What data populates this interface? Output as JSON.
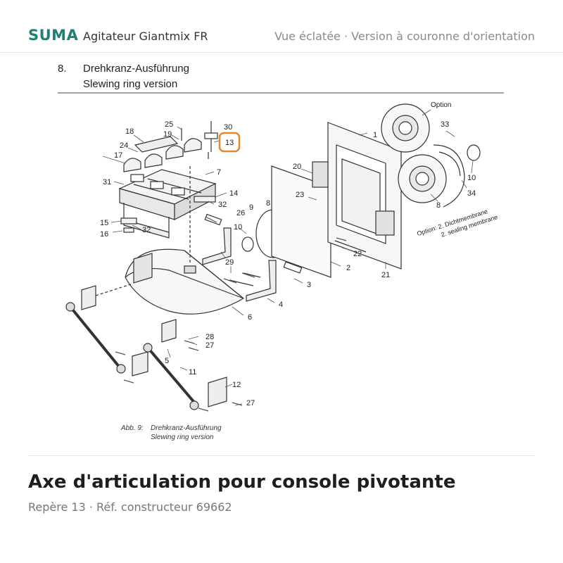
{
  "header": {
    "brand": "SUMA",
    "product": "Agitateur Giantmix FR",
    "view_title": "Vue éclatée · Version à couronne d'orientation"
  },
  "figure": {
    "section_number": "8.",
    "section_title_de": "Drehkranz-Ausführung",
    "section_title_en": "Slewing ring version",
    "option_label": "Option",
    "option_note_1": "Option: 2. Dichtmembrane",
    "option_note_2": "2. sealing membrane",
    "caption_number": "Abb. 9:",
    "caption_de": "Drehkranz-Ausführung",
    "caption_en": "Slewing ring version",
    "highlight_color": "#e08a2e",
    "callouts": {
      "c1": "1",
      "c2": "2",
      "c3": "3",
      "c4": "4",
      "c5": "5",
      "c6": "6",
      "c7": "7",
      "c8a": "8",
      "c8b": "8",
      "c9": "9",
      "c10a": "10",
      "c10b": "10",
      "c11": "11",
      "c12": "12",
      "c13": "13",
      "c14": "14",
      "c15": "15",
      "c16": "16",
      "c17": "17",
      "c18": "18",
      "c19": "19",
      "c20": "20",
      "c21": "21",
      "c22": "22",
      "c23": "23",
      "c24": "24",
      "c25": "25",
      "c26": "26",
      "c27a": "27",
      "c27b": "27",
      "c28": "28",
      "c29": "29",
      "c30": "30",
      "c31": "31",
      "c32a": "32",
      "c32b": "32",
      "c33": "33",
      "c34": "34"
    }
  },
  "part": {
    "title": "Axe d'articulation pour console pivotante",
    "meta": "Repère 13 · Réf. constructeur 69662"
  }
}
